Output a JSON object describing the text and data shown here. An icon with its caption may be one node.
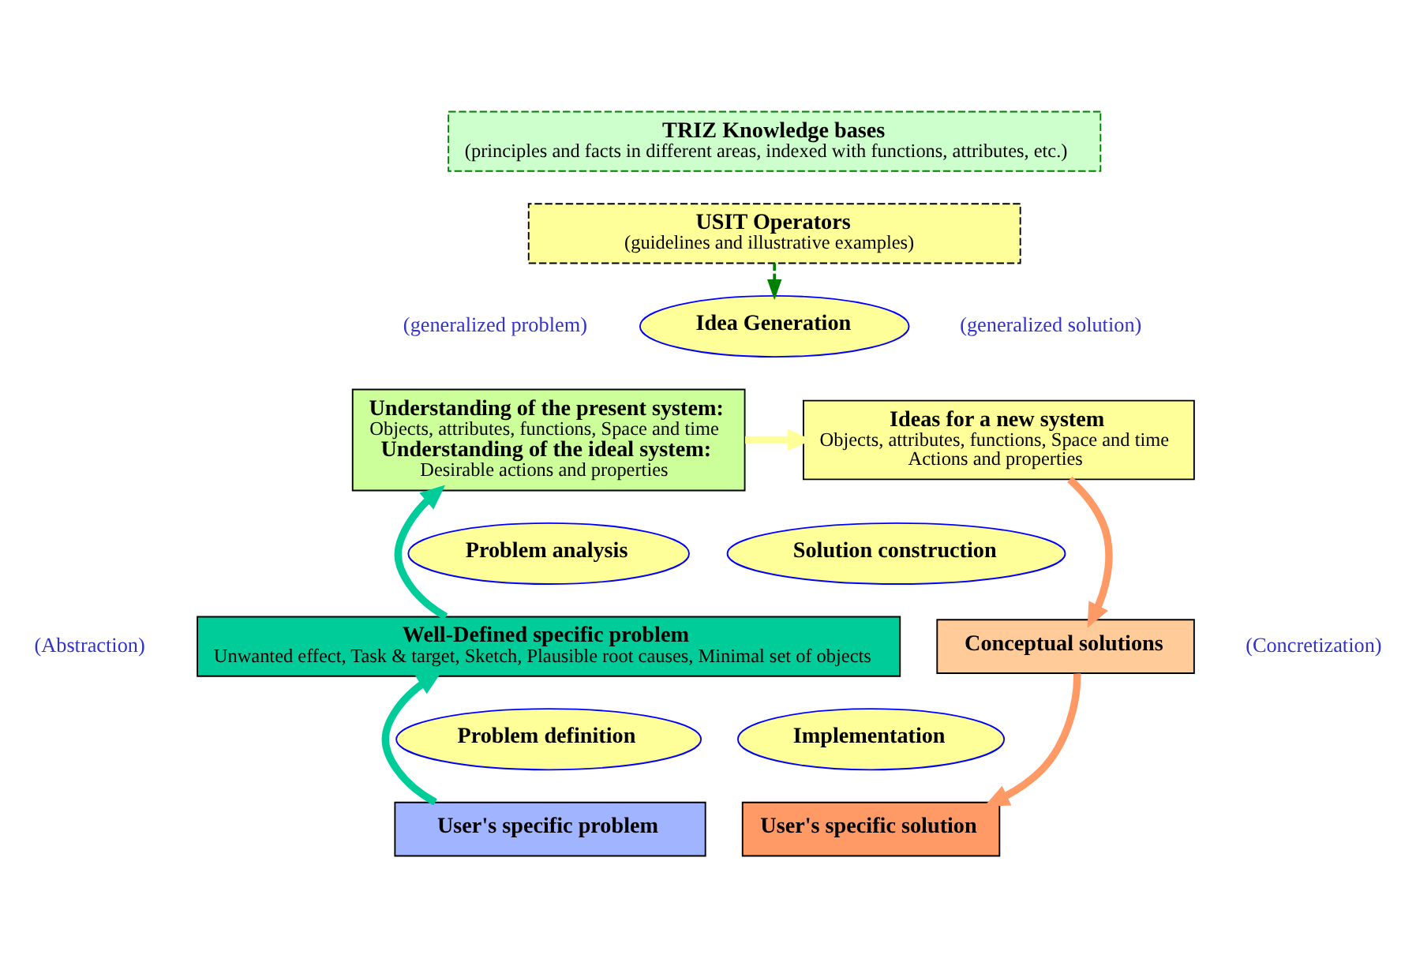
{
  "diagram": {
    "nodes": [
      {
        "text": [
          "TRIZ Knowledge bases",
          "(principles and facts in different areas, indexed with functions, attributes, etc.)"
        ]
      },
      {
        "text": [
          "USIT Operators",
          "(guidelines and illustrative examples)"
        ]
      },
      {
        "text": [
          "Understanding of the present system:",
          "Objects, attributes, functions, Space and time",
          "Understanding of the ideal system:",
          "Desirable actions and properties"
        ]
      },
      {
        "text": [
          "Idea Generation"
        ]
      },
      {
        "text": [
          "Ideas for a new system",
          "Objects, attributes, functions, Space and time",
          "Actions and properties"
        ]
      },
      {
        "text": [
          "Problem analysis"
        ]
      },
      {
        "text": [
          "Well-Defined specific problem",
          "Unwanted effect, Task & target, Sketch, Plausible root causes, Minimal set of objects"
        ]
      },
      {
        "text": [
          "Problem definition"
        ]
      },
      {
        "text": [
          "User's specific problem"
        ]
      },
      {
        "text": [
          "Solution construction"
        ]
      },
      {
        "text": [
          "Conceptual solutions"
        ]
      },
      {
        "text": [
          "Implementation"
        ]
      },
      {
        "text": [
          "User's specific solution"
        ]
      }
    ],
    "edges": [
      {
        "from": 1,
        "to": 3,
        "arrow": "to",
        "style": "dashed",
        "color": "#008000"
      },
      {
        "from": 2,
        "to": 4,
        "arrow": "to",
        "color": "#ffff99"
      },
      {
        "from": 8,
        "to": 6,
        "arrow": "to",
        "color": "#00cc99"
      },
      {
        "from": 6,
        "to": 2,
        "arrow": "to",
        "color": "#00cc99"
      },
      {
        "from": 4,
        "to": 10,
        "arrow": "to",
        "color": "#ff9966"
      },
      {
        "from": 10,
        "to": 12,
        "arrow": "to",
        "color": "#ff9966"
      }
    ],
    "labels": [
      "(generalized problem)",
      "(generalized solution)",
      "(Abstraction)",
      "(Concretization)"
    ]
  }
}
